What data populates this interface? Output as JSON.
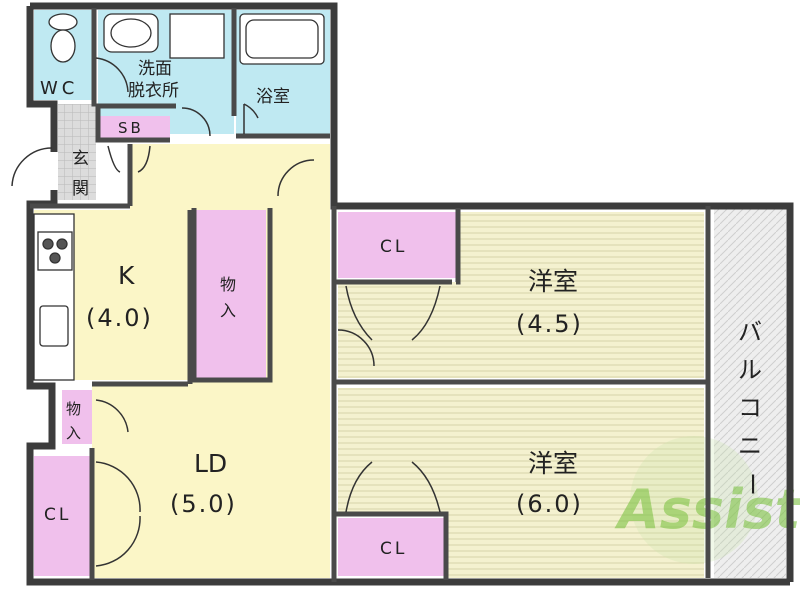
{
  "rooms": {
    "wc": "WC",
    "washroom_line1": "洗面",
    "washroom_line2": "脱衣所",
    "bath": "浴室",
    "sb": "SB",
    "entrance_1": "玄",
    "entrance_2": "関",
    "kitchen": "K",
    "kitchen_size": "(4.0)",
    "storage_1": "物",
    "storage_2": "入",
    "small_storage_1": "物",
    "small_storage_2": "入",
    "ld": "LD",
    "ld_size": "(5.0)",
    "cl_left": "CL",
    "cl_top": "CL",
    "cl_bottom": "CL",
    "western_room_1": "洋室",
    "western_room_1_size": "(4.5)",
    "western_room_2": "洋室",
    "western_room_2_size": "(6.0)",
    "balcony": [
      "バ",
      "ル",
      "コ",
      "ニ",
      "ー"
    ]
  },
  "watermark": "Assist",
  "colors": {
    "wall": "#3c3c3c",
    "wet_area": "#bfe9f2",
    "closet": "#f0c0ec",
    "ldk": "#fbf6c7",
    "western": "#f3f0c8",
    "entrance": "#d9d9d9",
    "balcony": "#e6e6e6",
    "watermark": "#7cc242"
  }
}
